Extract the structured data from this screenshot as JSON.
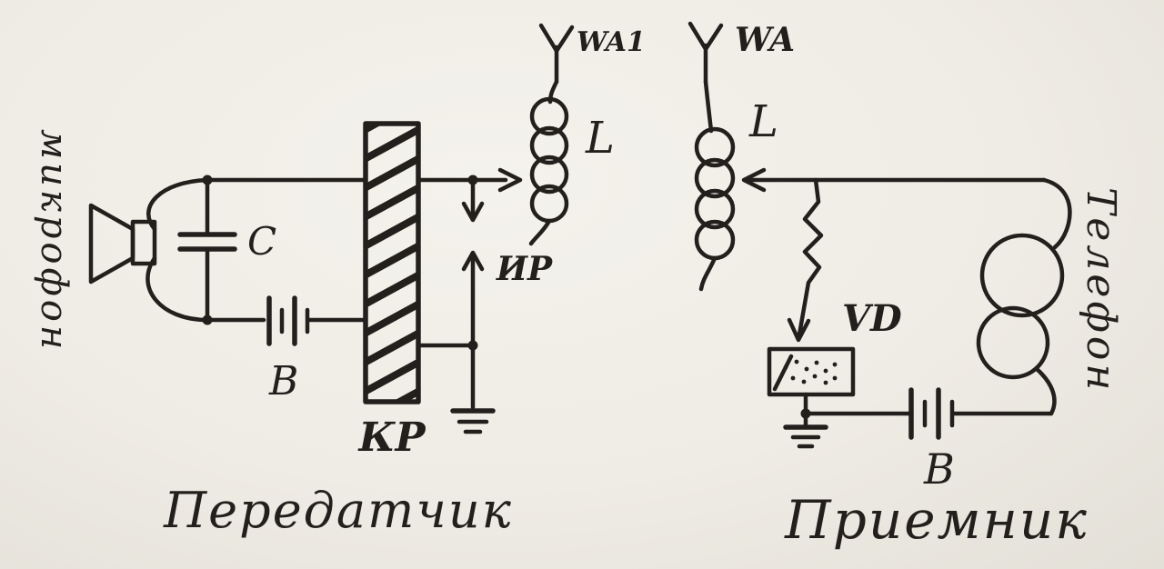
{
  "page": {
    "background": "#efece5",
    "ink": "#221f1c"
  },
  "transmitter": {
    "title": "Передатчик",
    "microphone_label": "микрофон",
    "capacitor_label": "C",
    "battery_label": "B",
    "interrupter_label": "КР",
    "spark_gap_label": "ИР",
    "coil_label": "L",
    "antenna_label": "WA1"
  },
  "receiver": {
    "title": "Приемник",
    "antenna_label": "WA",
    "coil_label": "L",
    "detector_label": "VD",
    "battery_label": "B",
    "telephone_label": "Телефон"
  }
}
